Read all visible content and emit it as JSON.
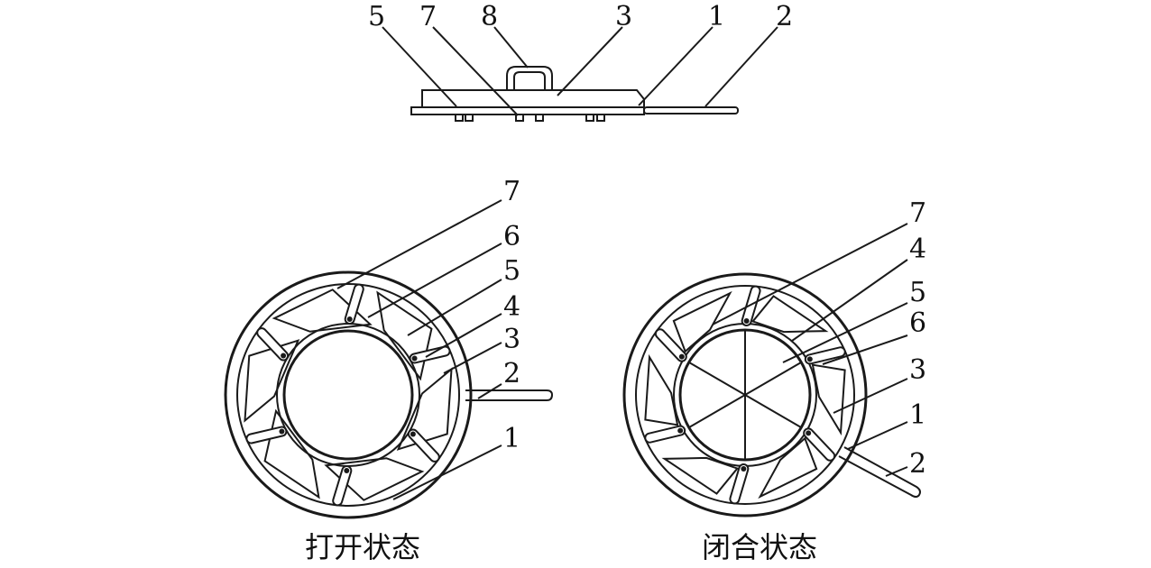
{
  "side_view": {
    "labels": [
      "5",
      "7",
      "8",
      "3",
      "1",
      "2"
    ]
  },
  "open_view": {
    "labels": [
      "7",
      "6",
      "5",
      "4",
      "3",
      "2",
      "1"
    ],
    "caption": "打开状态"
  },
  "closed_view": {
    "labels": [
      "7",
      "4",
      "5",
      "6",
      "3",
      "1",
      "2"
    ],
    "caption": "闭合状态"
  }
}
